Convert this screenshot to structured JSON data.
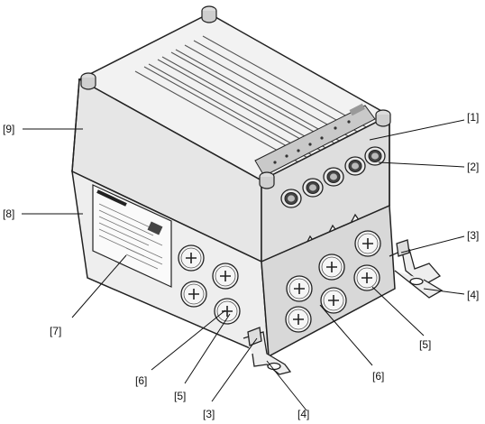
{
  "diagram": {
    "callouts": [
      {
        "id": "c1",
        "label": "[1]"
      },
      {
        "id": "c2",
        "label": "[2]"
      },
      {
        "id": "c3r",
        "label": "[3]"
      },
      {
        "id": "c4r",
        "label": "[4]"
      },
      {
        "id": "c5r",
        "label": "[5]"
      },
      {
        "id": "c6r",
        "label": "[6]"
      },
      {
        "id": "c3b",
        "label": "[3]"
      },
      {
        "id": "c4b",
        "label": "[4]"
      },
      {
        "id": "c5b",
        "label": "[5]"
      },
      {
        "id": "c6b",
        "label": "[6]"
      },
      {
        "id": "c7",
        "label": "[7]"
      },
      {
        "id": "c8",
        "label": "[8]"
      },
      {
        "id": "c9",
        "label": "[9]"
      }
    ],
    "warning_symbols": [
      "lightning-warning-icon",
      "exclamation-warning-icon",
      "hot-surface-warning-icon"
    ],
    "colors": {
      "line": "#222222",
      "body_light": "#f2f2f2",
      "body_mid": "#e0e0e0",
      "body_dark": "#cfcfcf",
      "led_strip": "#c9c9c9"
    }
  }
}
